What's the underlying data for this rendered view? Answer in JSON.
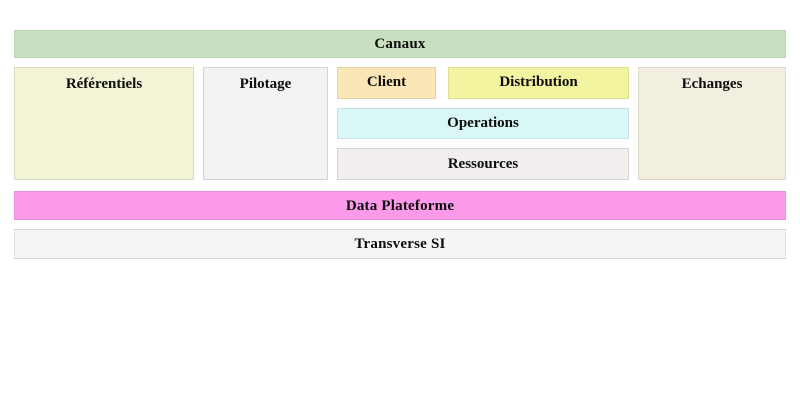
{
  "diagram": {
    "title": "Canaux",
    "header": {
      "label": "Canaux",
      "color": "#c8e0c0"
    },
    "columns": [
      {
        "id": "referentiels",
        "label": "Référentiels",
        "color": "#f3f3d5"
      },
      {
        "id": "pilotage",
        "label": "Pilotage",
        "color": "#f3f3f3"
      },
      {
        "id": "client",
        "label": "Client",
        "color": "#fbe7b6"
      },
      {
        "id": "distribution",
        "label": "Distribution",
        "color": "#f2f4a0"
      },
      {
        "id": "operations",
        "label": "Operations",
        "color": "#d9f7f7"
      },
      {
        "id": "ressources",
        "label": "Ressources",
        "color": "#f2eeee"
      },
      {
        "id": "echanges",
        "label": "Echanges",
        "color": "#f2efe0"
      }
    ],
    "footers": [
      {
        "id": "data-plateforme",
        "label": "Data Plateforme",
        "color": "#fb9ae8"
      },
      {
        "id": "transverse-si",
        "label": "Transverse SI",
        "color": "#f5f5f5"
      }
    ]
  }
}
